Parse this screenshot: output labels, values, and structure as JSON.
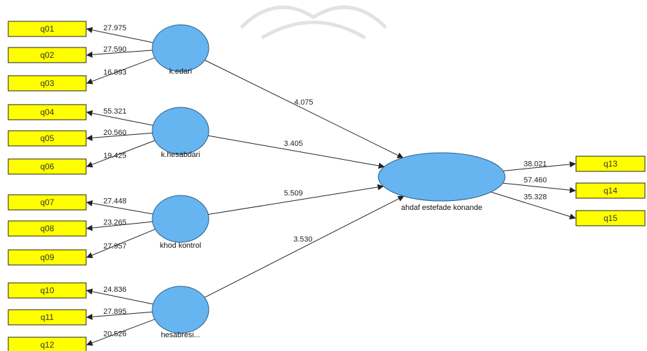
{
  "indicators_left": [
    {
      "id": "q01",
      "label": "q01"
    },
    {
      "id": "q02",
      "label": "q02"
    },
    {
      "id": "q03",
      "label": "q03"
    },
    {
      "id": "q04",
      "label": "q04"
    },
    {
      "id": "q05",
      "label": "q05"
    },
    {
      "id": "q06",
      "label": "q06"
    },
    {
      "id": "q07",
      "label": "q07"
    },
    {
      "id": "q08",
      "label": "q08"
    },
    {
      "id": "q09",
      "label": "q09"
    },
    {
      "id": "q10",
      "label": "q10"
    },
    {
      "id": "q11",
      "label": "q11"
    },
    {
      "id": "q12",
      "label": "q12"
    }
  ],
  "indicators_right": [
    {
      "id": "q13",
      "label": "q13"
    },
    {
      "id": "q14",
      "label": "q14"
    },
    {
      "id": "q15",
      "label": "q15"
    }
  ],
  "constructs": [
    {
      "id": "k_edari",
      "label": "k.edari"
    },
    {
      "id": "k_hesabdari",
      "label": "k.hesabdari"
    },
    {
      "id": "khod_kontrol",
      "label": "khod kontrol"
    },
    {
      "id": "hesabresi",
      "label": "hesabresi..."
    },
    {
      "id": "ahdaf",
      "label": "ahdaf estefade konande"
    }
  ],
  "loadings_left": [
    {
      "from": "k_edari",
      "to": "q01",
      "value": "27.975"
    },
    {
      "from": "k_edari",
      "to": "q02",
      "value": "27.590"
    },
    {
      "from": "k_edari",
      "to": "q03",
      "value": "16.893"
    },
    {
      "from": "k_hesabdari",
      "to": "q04",
      "value": "55.321"
    },
    {
      "from": "k_hesabdari",
      "to": "q05",
      "value": "20.560"
    },
    {
      "from": "k_hesabdari",
      "to": "q06",
      "value": "19.425"
    },
    {
      "from": "khod_kontrol",
      "to": "q07",
      "value": "27.448"
    },
    {
      "from": "khod_kontrol",
      "to": "q08",
      "value": "23.265"
    },
    {
      "from": "khod_kontrol",
      "to": "q09",
      "value": "27.957"
    },
    {
      "from": "hesabresi",
      "to": "q10",
      "value": "24.836"
    },
    {
      "from": "hesabresi",
      "to": "q11",
      "value": "27.895"
    },
    {
      "from": "hesabresi",
      "to": "q12",
      "value": "20.526"
    }
  ],
  "loadings_right": [
    {
      "from": "ahdaf",
      "to": "q13",
      "value": "38.021"
    },
    {
      "from": "ahdaf",
      "to": "q14",
      "value": "57.460"
    },
    {
      "from": "ahdaf",
      "to": "q15",
      "value": "35.328"
    }
  ],
  "paths": [
    {
      "from": "k_edari",
      "to": "ahdaf",
      "value": "4.075"
    },
    {
      "from": "k_hesabdari",
      "to": "ahdaf",
      "value": "3.405"
    },
    {
      "from": "khod_kontrol",
      "to": "ahdaf",
      "value": "5.509"
    },
    {
      "from": "hesabresi",
      "to": "ahdaf",
      "value": "3.530"
    }
  ],
  "colors": {
    "indicator": "#ffff00",
    "construct": "#66b5f0",
    "line": "#222222"
  }
}
